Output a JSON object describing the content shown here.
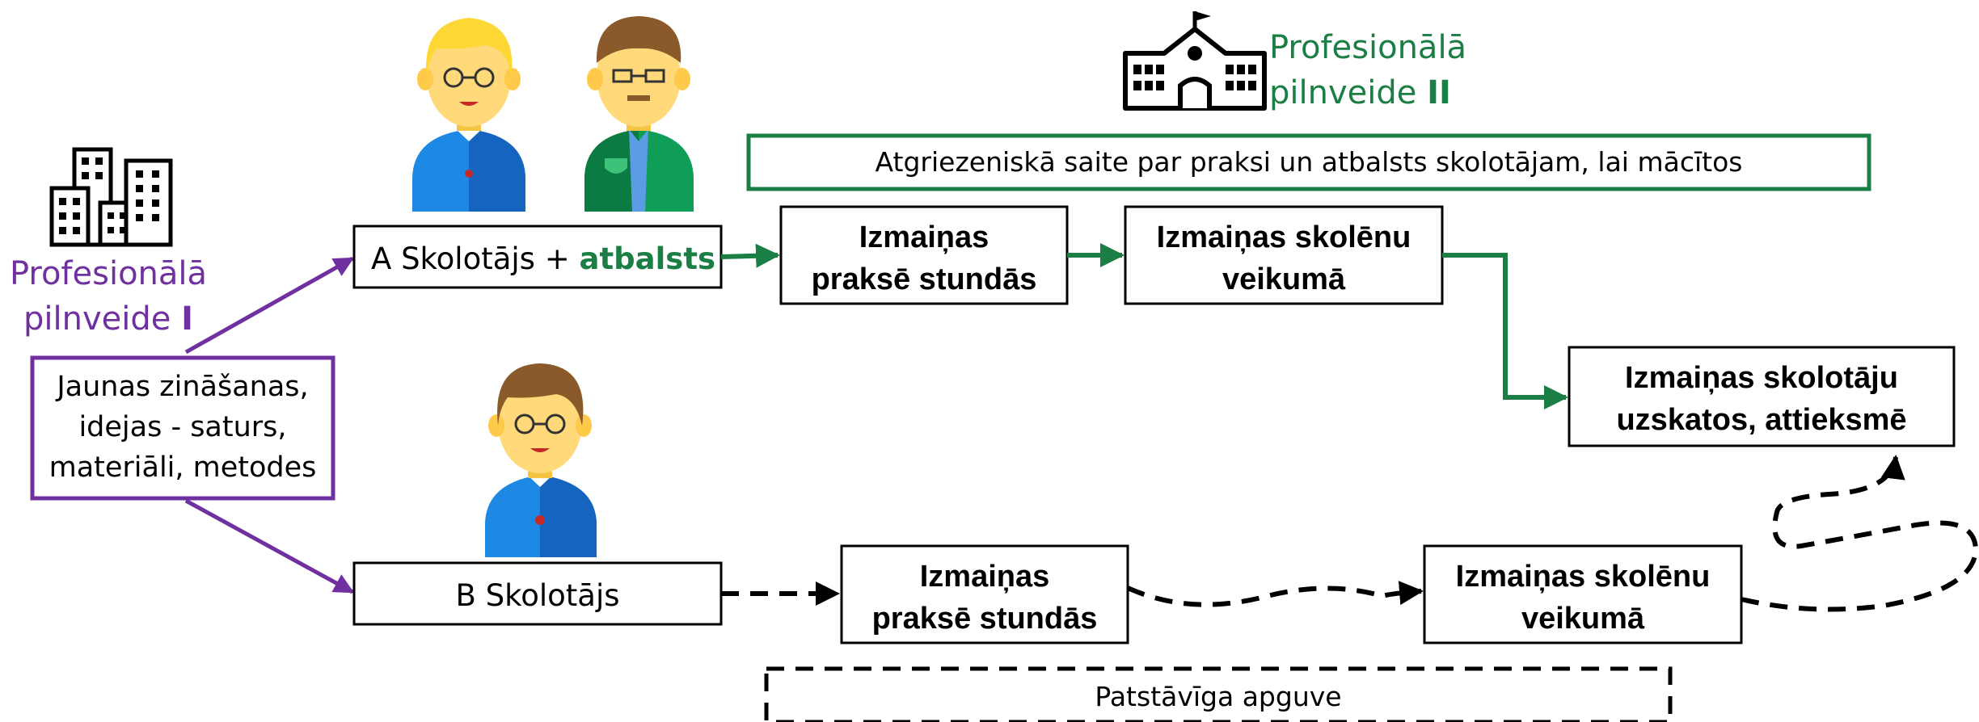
{
  "colors": {
    "green": "#1b7f45",
    "purple": "#7030a0",
    "black": "#000000",
    "white": "#ffffff",
    "skin": "#ffd97a",
    "blonde_hair": "#fdd835",
    "brown_hair": "#8b5a2b",
    "blue_shirt": "#1e88e5",
    "green_shirt": "#0f9d58"
  },
  "pd1": {
    "line1": "Profesionālā",
    "line2": "pilnveide",
    "numeral": "I",
    "icon": "city-buildings-icon"
  },
  "pd2": {
    "line1": "Profesionālā",
    "line2": "pilnveide",
    "numeral": "II",
    "icon": "school-building-icon"
  },
  "knowledge_box": {
    "lines": [
      "Jaunas zināšanas,",
      "idejas - saturs,",
      "materiāli, metodes"
    ]
  },
  "teacher_a": {
    "prefix": "A Skolotājs +",
    "highlight": "atbalsts",
    "avatars": [
      "teacher-avatar-blonde-icon",
      "mentor-avatar-glasses-icon"
    ]
  },
  "teacher_b": {
    "label": "B Skolotājs",
    "avatar": "teacher-avatar-brown-hair-icon"
  },
  "feedback_box": {
    "label": "Atgriezeniskā saite par praksi un atbalsts skolotājam, lai mācītos"
  },
  "flow_a": {
    "practice": [
      "Izmaiņas",
      "praksē stundās"
    ],
    "students": [
      "Izmaiņas skolēnu",
      "veikumā"
    ],
    "attitudes": [
      "Izmaiņas skolotāju",
      "uzskatos, attieksmē"
    ]
  },
  "flow_b": {
    "practice": [
      "Izmaiņas",
      "praksē stundās"
    ],
    "students": [
      "Izmaiņas skolēnu",
      "veikumā"
    ]
  },
  "self_study": {
    "label": "Patstāvīga apguve"
  }
}
